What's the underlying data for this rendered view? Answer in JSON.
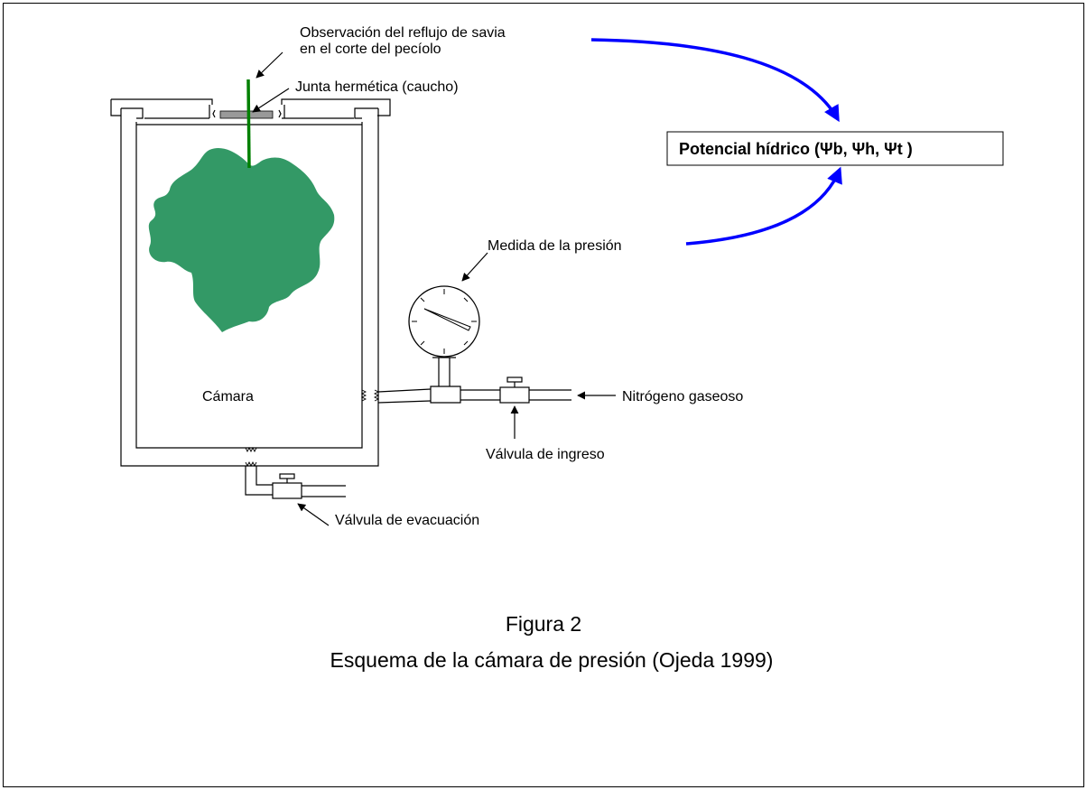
{
  "labels": {
    "observation_line1": "Observación del reflujo de savia",
    "observation_line2": "en el corte del pecíolo",
    "seal": "Junta hermética (caucho)",
    "potential": "Potencial hídrico (Ψb, Ψh, Ψt )",
    "pressure": "Medida de la presión",
    "chamber": "Cámara",
    "nitrogen": "Nitrógeno gaseoso",
    "inlet_valve": "Válvula de ingreso",
    "outlet_valve": "Válvula de evacuación"
  },
  "caption": {
    "number": "Figura 2",
    "title": "Esquema de la cámara de presión (Ojeda 1999)"
  },
  "colors": {
    "leaf": "#339966",
    "petiole": "#008000",
    "curved_arrows": "#0000ff",
    "seal": "#999999",
    "outline": "#000000"
  },
  "icons": {
    "gauge": "pressure-gauge-icon",
    "valve": "valve-icon",
    "leaf": "leaf-icon"
  }
}
